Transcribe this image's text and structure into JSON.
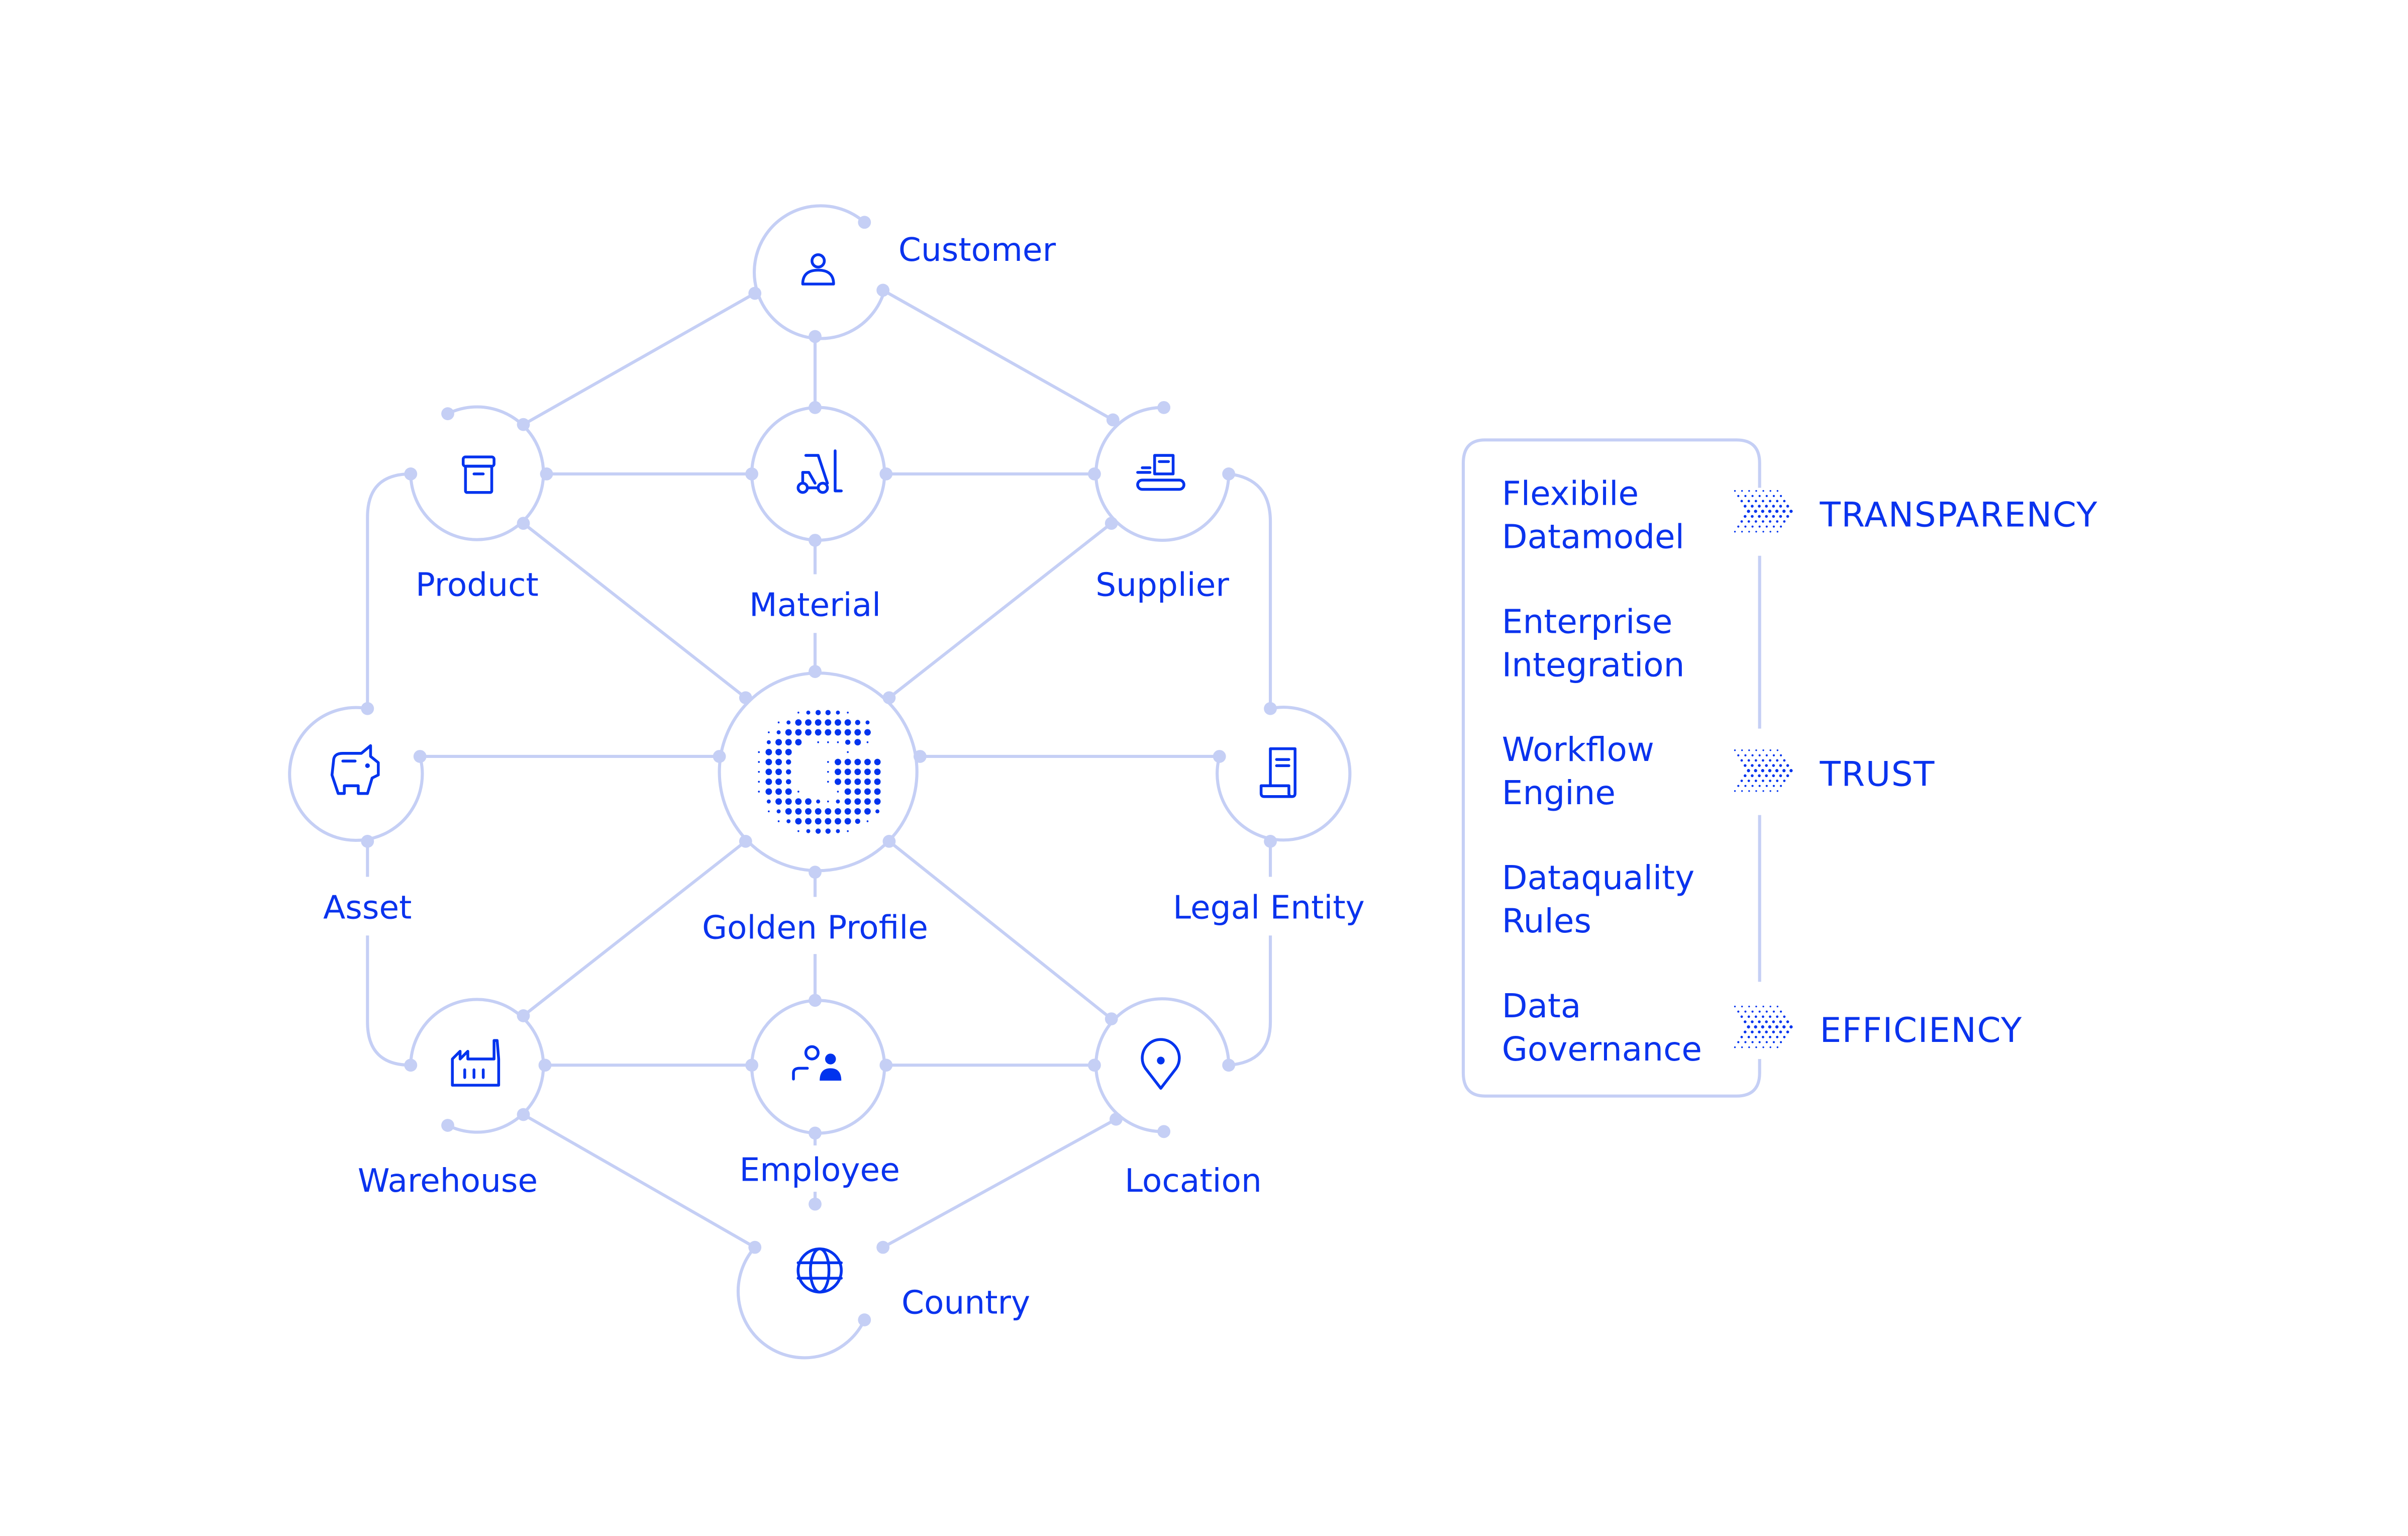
{
  "diagram": {
    "title": "Golden Profile data domain network",
    "center": {
      "label": "Golden Profile",
      "icon": "golden-profile-g-logo-icon"
    },
    "nodes": [
      {
        "id": "customer",
        "label": "Customer",
        "icon": "user-icon"
      },
      {
        "id": "product",
        "label": "Product",
        "icon": "box-icon"
      },
      {
        "id": "material",
        "label": "Material",
        "icon": "forklift-icon"
      },
      {
        "id": "supplier",
        "label": "Supplier",
        "icon": "conveyor-package-icon"
      },
      {
        "id": "asset",
        "label": "Asset",
        "icon": "piggy-bank-icon"
      },
      {
        "id": "legal_entity",
        "label": "Legal Entity",
        "icon": "document-scroll-icon"
      },
      {
        "id": "warehouse",
        "label": "Warehouse",
        "icon": "factory-icon"
      },
      {
        "id": "employee",
        "label": "Employee",
        "icon": "users-icon"
      },
      {
        "id": "location",
        "label": "Location",
        "icon": "map-pin-icon"
      },
      {
        "id": "country",
        "label": "Country",
        "icon": "globe-icon"
      }
    ]
  },
  "capabilities": {
    "items": [
      {
        "line1": "Flexibile",
        "line2": "Datamodel"
      },
      {
        "line1": "Enterprise",
        "line2": "Integration"
      },
      {
        "line1": "Workflow",
        "line2": "Engine"
      },
      {
        "line1": "Dataquality",
        "line2": "Rules"
      },
      {
        "line1": "Data",
        "line2": "Governance"
      }
    ]
  },
  "outcomes": [
    {
      "label": "TRANSPARENCY",
      "icon": "dotted-chevron-icon"
    },
    {
      "label": "TRUST",
      "icon": "dotted-chevron-icon"
    },
    {
      "label": "EFFICIENCY",
      "icon": "dotted-chevron-icon"
    }
  ],
  "colors": {
    "accent": "#0033ee",
    "connector": "#c5cff5",
    "background": "#ffffff"
  }
}
